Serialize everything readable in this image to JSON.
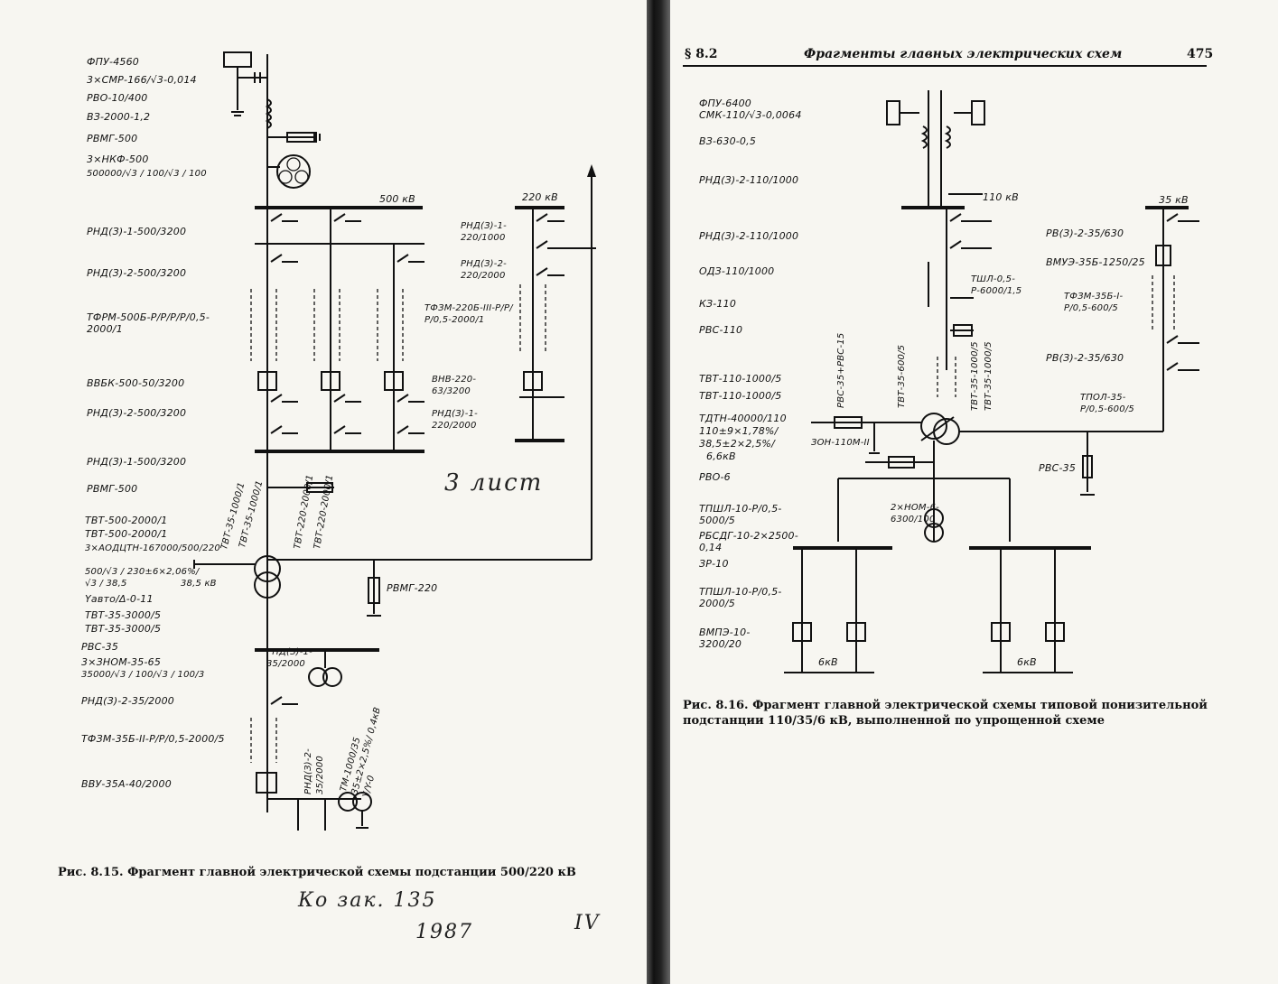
{
  "left_page": {
    "labels": [
      "ФПУ-4560",
      "3×СМР-166/√3-0,014",
      "РВО-10/400",
      "ВЗ-2000-1,2",
      "РВМГ-500",
      "3×НКФ-500",
      "500000/√3 / 100/√3 / 100",
      "РНД(З)-1-500/3200",
      "РНД(З)-2-500/3200",
      "ТФРМ-500Б-Р/Р/Р/Р/0,5-2000/1",
      "ВВБК-500-50/3200",
      "РНД(З)-2-500/3200",
      "РНД(З)-1-500/3200",
      "РВМГ-500",
      "ТВТ-500-2000/1",
      "ТВТ-500-2000/1",
      "3×АОДЦТН-167000/500/220",
      "500/√3 / 230±6×2,06%/√3 / 38,5",
      "Yавто/Δ-0-11",
      "ТВТ-35-3000/5",
      "ТВТ-35-3000/5",
      "РВС-35",
      "3×ЗНОМ-35-65",
      "35000/√3 / 100/√3 / 100/3",
      "РНД(З)-2-35/2000",
      "ТФЗМ-35Б-II-Р/Р/0,5-2000/5",
      "ВВУ-35А-40/2000"
    ],
    "bus_500": "500 кВ",
    "bus_220": "220 кВ",
    "branch_220": [
      "РНД(З)-1-220/1000",
      "РНД(З)-2-220/2000",
      "ТФЗМ-220Б-III-Р/Р/Р/0,5-2000/1",
      "ВНВ-220-63/3200",
      "РНД(З)-1-220/2000"
    ],
    "ct_small": [
      "ТВТ-35-1000/1",
      "ТВТ-35-1000/1",
      "ТВТ-220-2000/1",
      "ТВТ-220-2000/1"
    ],
    "lv_38": "38,5 кВ",
    "rvmg_220": "РВМГ-220",
    "rnd_35": "РНД(З)-1-35/2000",
    "rnd_35_2": "РНД(З)-2-35/2000",
    "tm": "ТМ-1000/35 35±2×2,5%/ 0,4кВ Y/Y-0",
    "caption": "Рис. 8.15. Фрагмент главной электрической схемы подстанции 500/220 кВ"
  },
  "right_page": {
    "section": "§ 8.2",
    "running_title": "Фрагменты главных электрических схем",
    "page_number": "475",
    "labels": [
      "ФПУ-6400",
      "СМК-110/√3-0,0064",
      "ВЗ-630-0,5",
      "РНД(З)-2-110/1000",
      "РНД(З)-2-110/1000",
      "ОДЗ-110/1000",
      "КЗ-110",
      "РВС-110",
      "ТВТ-110-1000/5",
      "ТВТ-110-1000/5",
      "ТДТН-40000/110",
      "110±9×1,78%/",
      "38,5±2×2,5%/",
      "6,6кВ",
      "РВО-6",
      "ТПШЛ-10-Р/0,5-5000/5",
      "РБСДГ-10-2×2500-0,14",
      "ЗР-10",
      "ТПШЛ-10-Р/0,5-2000/5",
      "ВМПЭ-10-3200/20"
    ],
    "bus_110": "110 кВ",
    "bus_35": "35 кВ",
    "right_labels": [
      "РВ(З)-2-35/630",
      "ВМУЭ-35Б-1250/25",
      "ТФЗМ-35Б-I-Р/0,5-600/5",
      "РВ(З)-2-35/630",
      "ТПОЛ-35-Р/0,5-600/5",
      "РВС-35"
    ],
    "mid_labels": {
      "tshl": "ТШЛ-0,5-Р-6000/1,5",
      "rvs_35_15": "РВС-35+РВС-15",
      "tvt35": "ТВТ-35-600/5",
      "tvt35b": "ТВТ-35-1000/5",
      "tvt35c": "ТВТ-35-1000/5",
      "zon": "ЗОН-110М-II",
      "nom": "2×НОМ-6-6300/100"
    },
    "kv6_a": "6кВ",
    "kv6_b": "6кВ",
    "caption": "Рис. 8.16. Фрагмент главной электрической схемы типовой понизительной подстанции 110/35/6 кВ, выполненной по упрощенной схеме"
  },
  "handwriting": [
    "3 лист",
    "Ко зак. 135",
    "1987",
    "IV"
  ]
}
